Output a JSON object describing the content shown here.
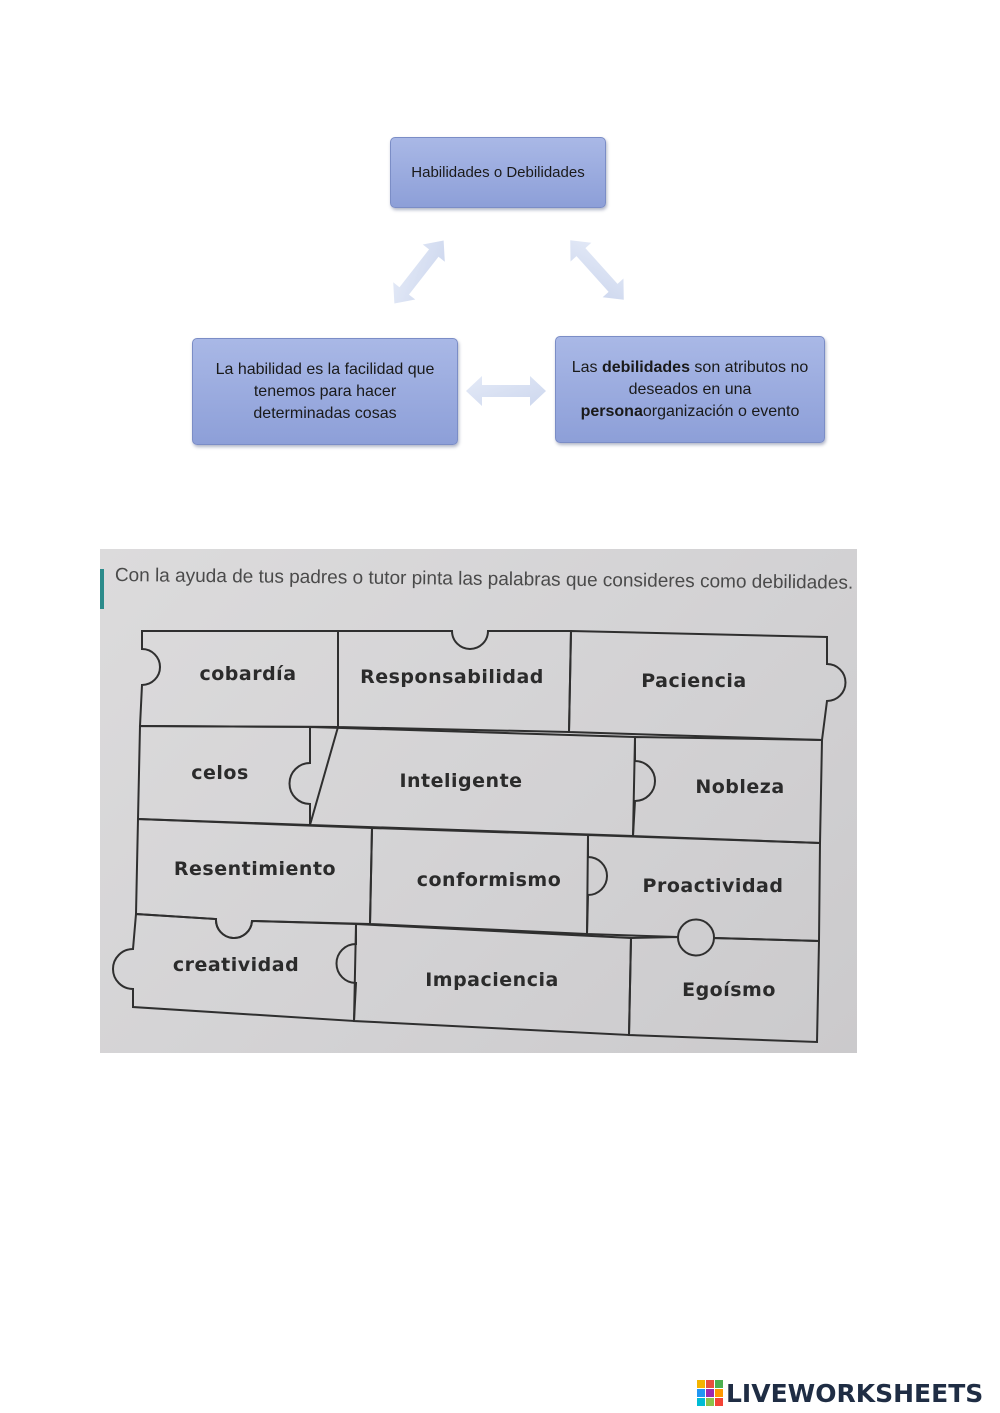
{
  "diagram": {
    "top_box": "Habilidades o Debilidades",
    "left_box": "La habilidad es la facilidad que tenemos para hacer determinadas cosas",
    "right_box": {
      "part1": "Las ",
      "bold1": "debilidades",
      "part2": " son atributos no deseados en una ",
      "bold2": "persona",
      "part3": "organización o evento"
    }
  },
  "worksheet_photo": {
    "instruction": "Con la ayuda de tus padres o tutor pinta las palabras que consideres como debilidades.",
    "words": [
      "cobardía",
      "Responsabilidad",
      "Paciencia",
      "celos",
      "Inteligente",
      "Nobleza",
      "Resentimiento",
      "conformismo",
      "Proactividad",
      "creatividad",
      "Impaciencia",
      "Egoísmo"
    ]
  },
  "branding": {
    "logo_text": "LIVEWORKSHEETS",
    "logo_icon": "liveworksheets-logo-icon"
  },
  "colors": {
    "box_fill": "#9aabdf",
    "arrow_fill": "#d8e0f2",
    "logo_text": "#1f2d44"
  }
}
